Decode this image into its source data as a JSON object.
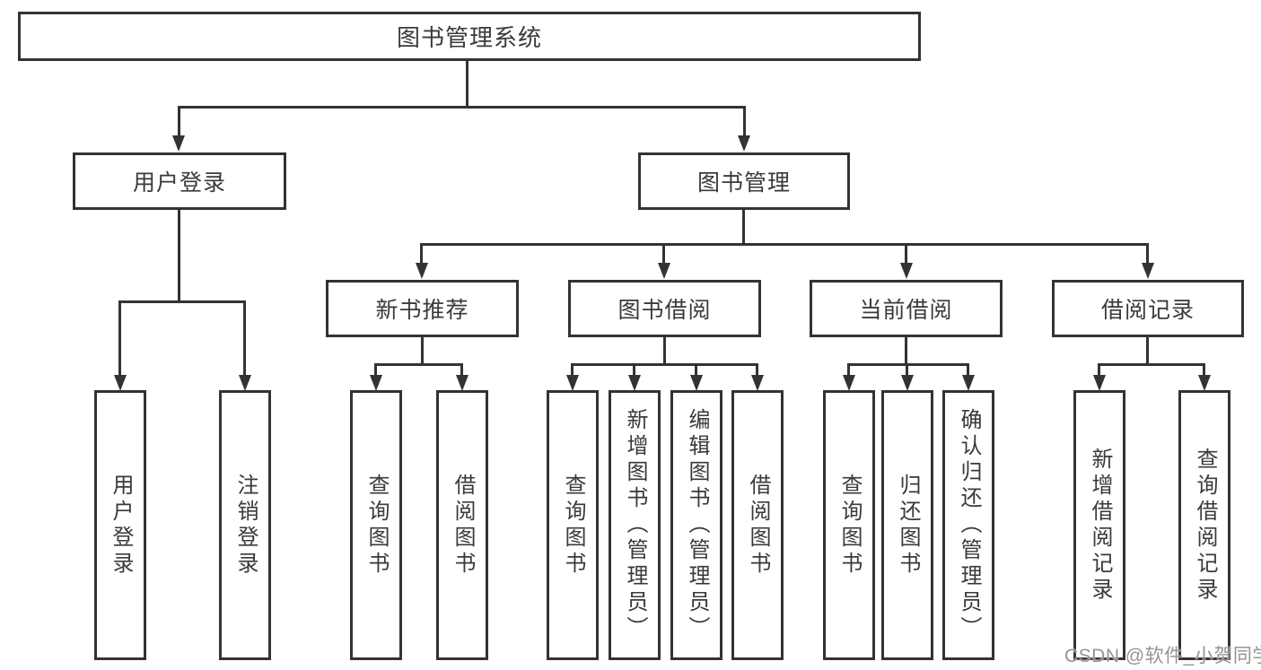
{
  "diagram": {
    "type": "hierarchy-tree",
    "orientation": "top-down",
    "tree": {
      "root": {
        "label": "图书管理系统"
      },
      "branches": [
        {
          "label": "用户登录",
          "leaves": [
            "用户登录",
            "注销登录"
          ]
        },
        {
          "label": "图书管理",
          "groups": [
            {
              "label": "新书推荐",
              "leaves": [
                "查询图书",
                "借阅图书"
              ]
            },
            {
              "label": "图书借阅",
              "leaves": [
                "查询图书",
                "新增图书（管理员）",
                "编辑图书（管理员）",
                "借阅图书"
              ]
            },
            {
              "label": "当前借阅",
              "leaves": [
                "查询图书",
                "归还图书",
                "确认归还（管理员）"
              ]
            },
            {
              "label": "借阅记录",
              "leaves": [
                "新增借阅记录",
                "查询借阅记录"
              ]
            }
          ]
        }
      ]
    },
    "colors": {
      "stroke": "#333333",
      "node_fill": "#ffffff",
      "text": "#3a3a3a",
      "watermark": "#949494",
      "background": "#ffffff"
    }
  },
  "watermark": "CSDN @软件_小贺同学"
}
